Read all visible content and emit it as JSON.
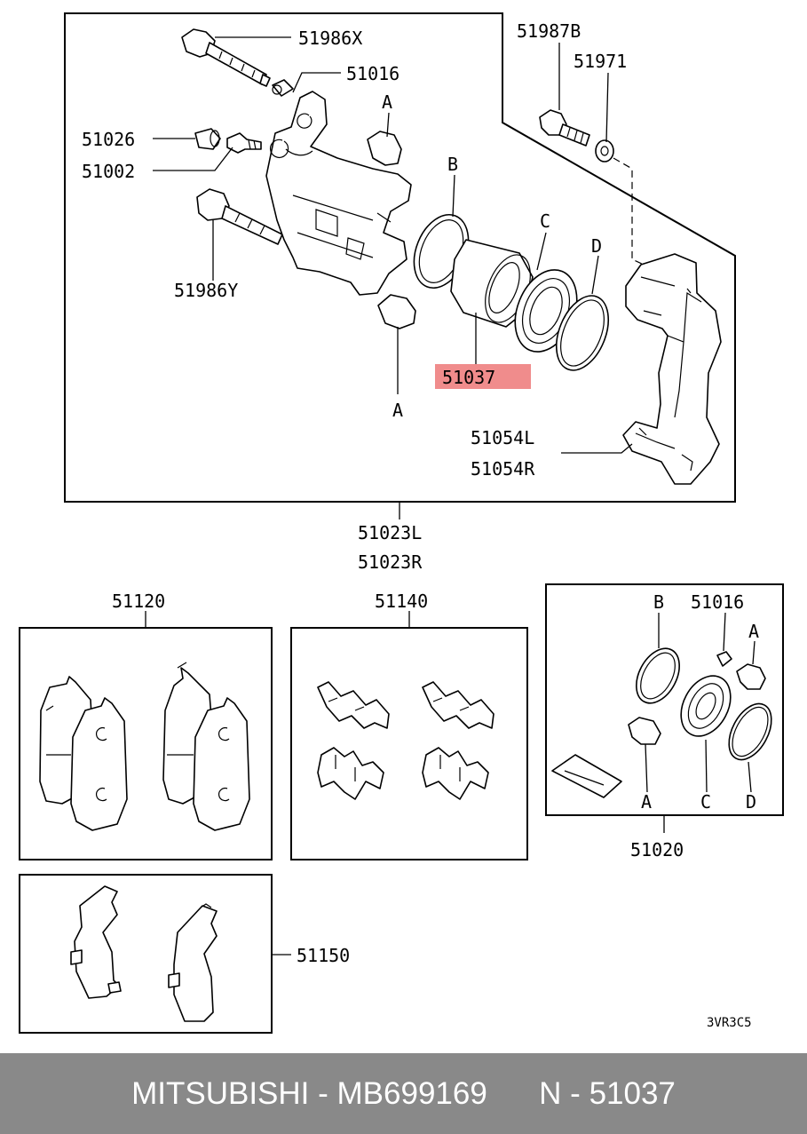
{
  "labels": {
    "bolt_x": "51986X",
    "bushing": "51016",
    "bleeder_cap": "51026",
    "bleeder_screw": "51002",
    "bolt_y": "51986Y",
    "bolt_b": "51987B",
    "washer": "51971",
    "piston": "51037",
    "bracket_l": "51054L",
    "bracket_r": "51054R",
    "caliper_l": "51023L",
    "caliper_r": "51023R",
    "pads": "51120",
    "clips": "51140",
    "kit_bushing": "51016",
    "kit": "51020",
    "shims": "51150",
    "ref_code": "3VR3C5",
    "letter_a": "A",
    "letter_b": "B",
    "letter_c": "C",
    "letter_d": "D"
  },
  "highlight_color": "#f08c8c",
  "footer": {
    "brand": "MITSUBISHI",
    "sep1": " - ",
    "part_number": "MB699169",
    "gap": "      ",
    "n_label": "N",
    "sep2": " - ",
    "ref": "51037"
  }
}
